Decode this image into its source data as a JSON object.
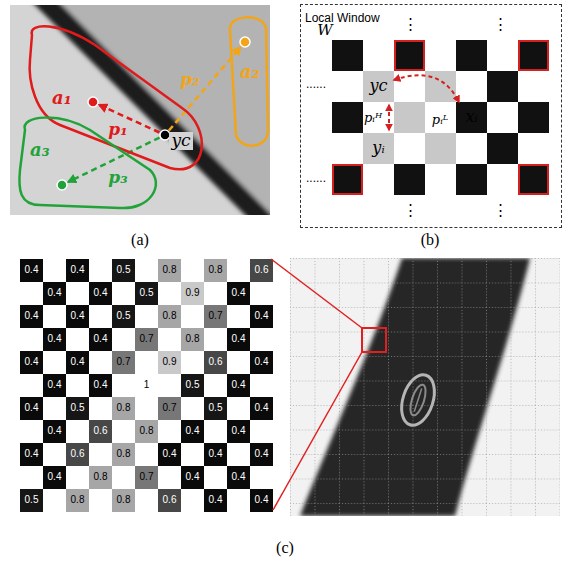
{
  "diagram": {
    "nodes": [
      {
        "text": [
          "a₁"
        ]
      },
      {
        "text": [
          "a₂"
        ]
      },
      {
        "text": [
          "a₃"
        ]
      },
      {
        "text": [
          "Local Window"
        ]
      }
    ],
    "labels": [
      "yc",
      "p₁",
      "p₂",
      "p₃",
      "(a)",
      "W",
      "⋮",
      "⋮",
      "......",
      "yc",
      "pᵢᴸ",
      "xᵢ",
      "pᵢᴴ",
      "......",
      "yᵢ",
      "⋮",
      "⋮",
      "(b)",
      "0.4",
      "0.4",
      "0.5",
      "0.8",
      "0.8",
      "0.6",
      "0.4",
      "0.4",
      "0.5",
      "0.9",
      "0.4",
      "0.4",
      "0.4",
      "0.5",
      "0.8",
      "0.7",
      "0.4",
      "0.4",
      "0.4",
      "0.7",
      "0.8",
      "0.4",
      "0.4",
      "0.4",
      "0.7",
      "0.9",
      "0.6",
      "0.4",
      "0.4",
      "0.4",
      "1",
      "0.5",
      "0.4",
      "0.4",
      "0.5",
      "0.8",
      "0.7",
      "0.5",
      "0.4",
      "0.4",
      "0.6",
      "0.8",
      "0.4",
      "0.4",
      "0.4",
      "0.6",
      "0.8",
      "0.4",
      "0.4",
      "0.4",
      "0.4",
      "0.8",
      "0.7",
      "0.4",
      "0.4",
      "0.5",
      "0.8",
      "0.8",
      "0.6",
      "0.4",
      "0.4",
      "(c)"
    ]
  }
}
